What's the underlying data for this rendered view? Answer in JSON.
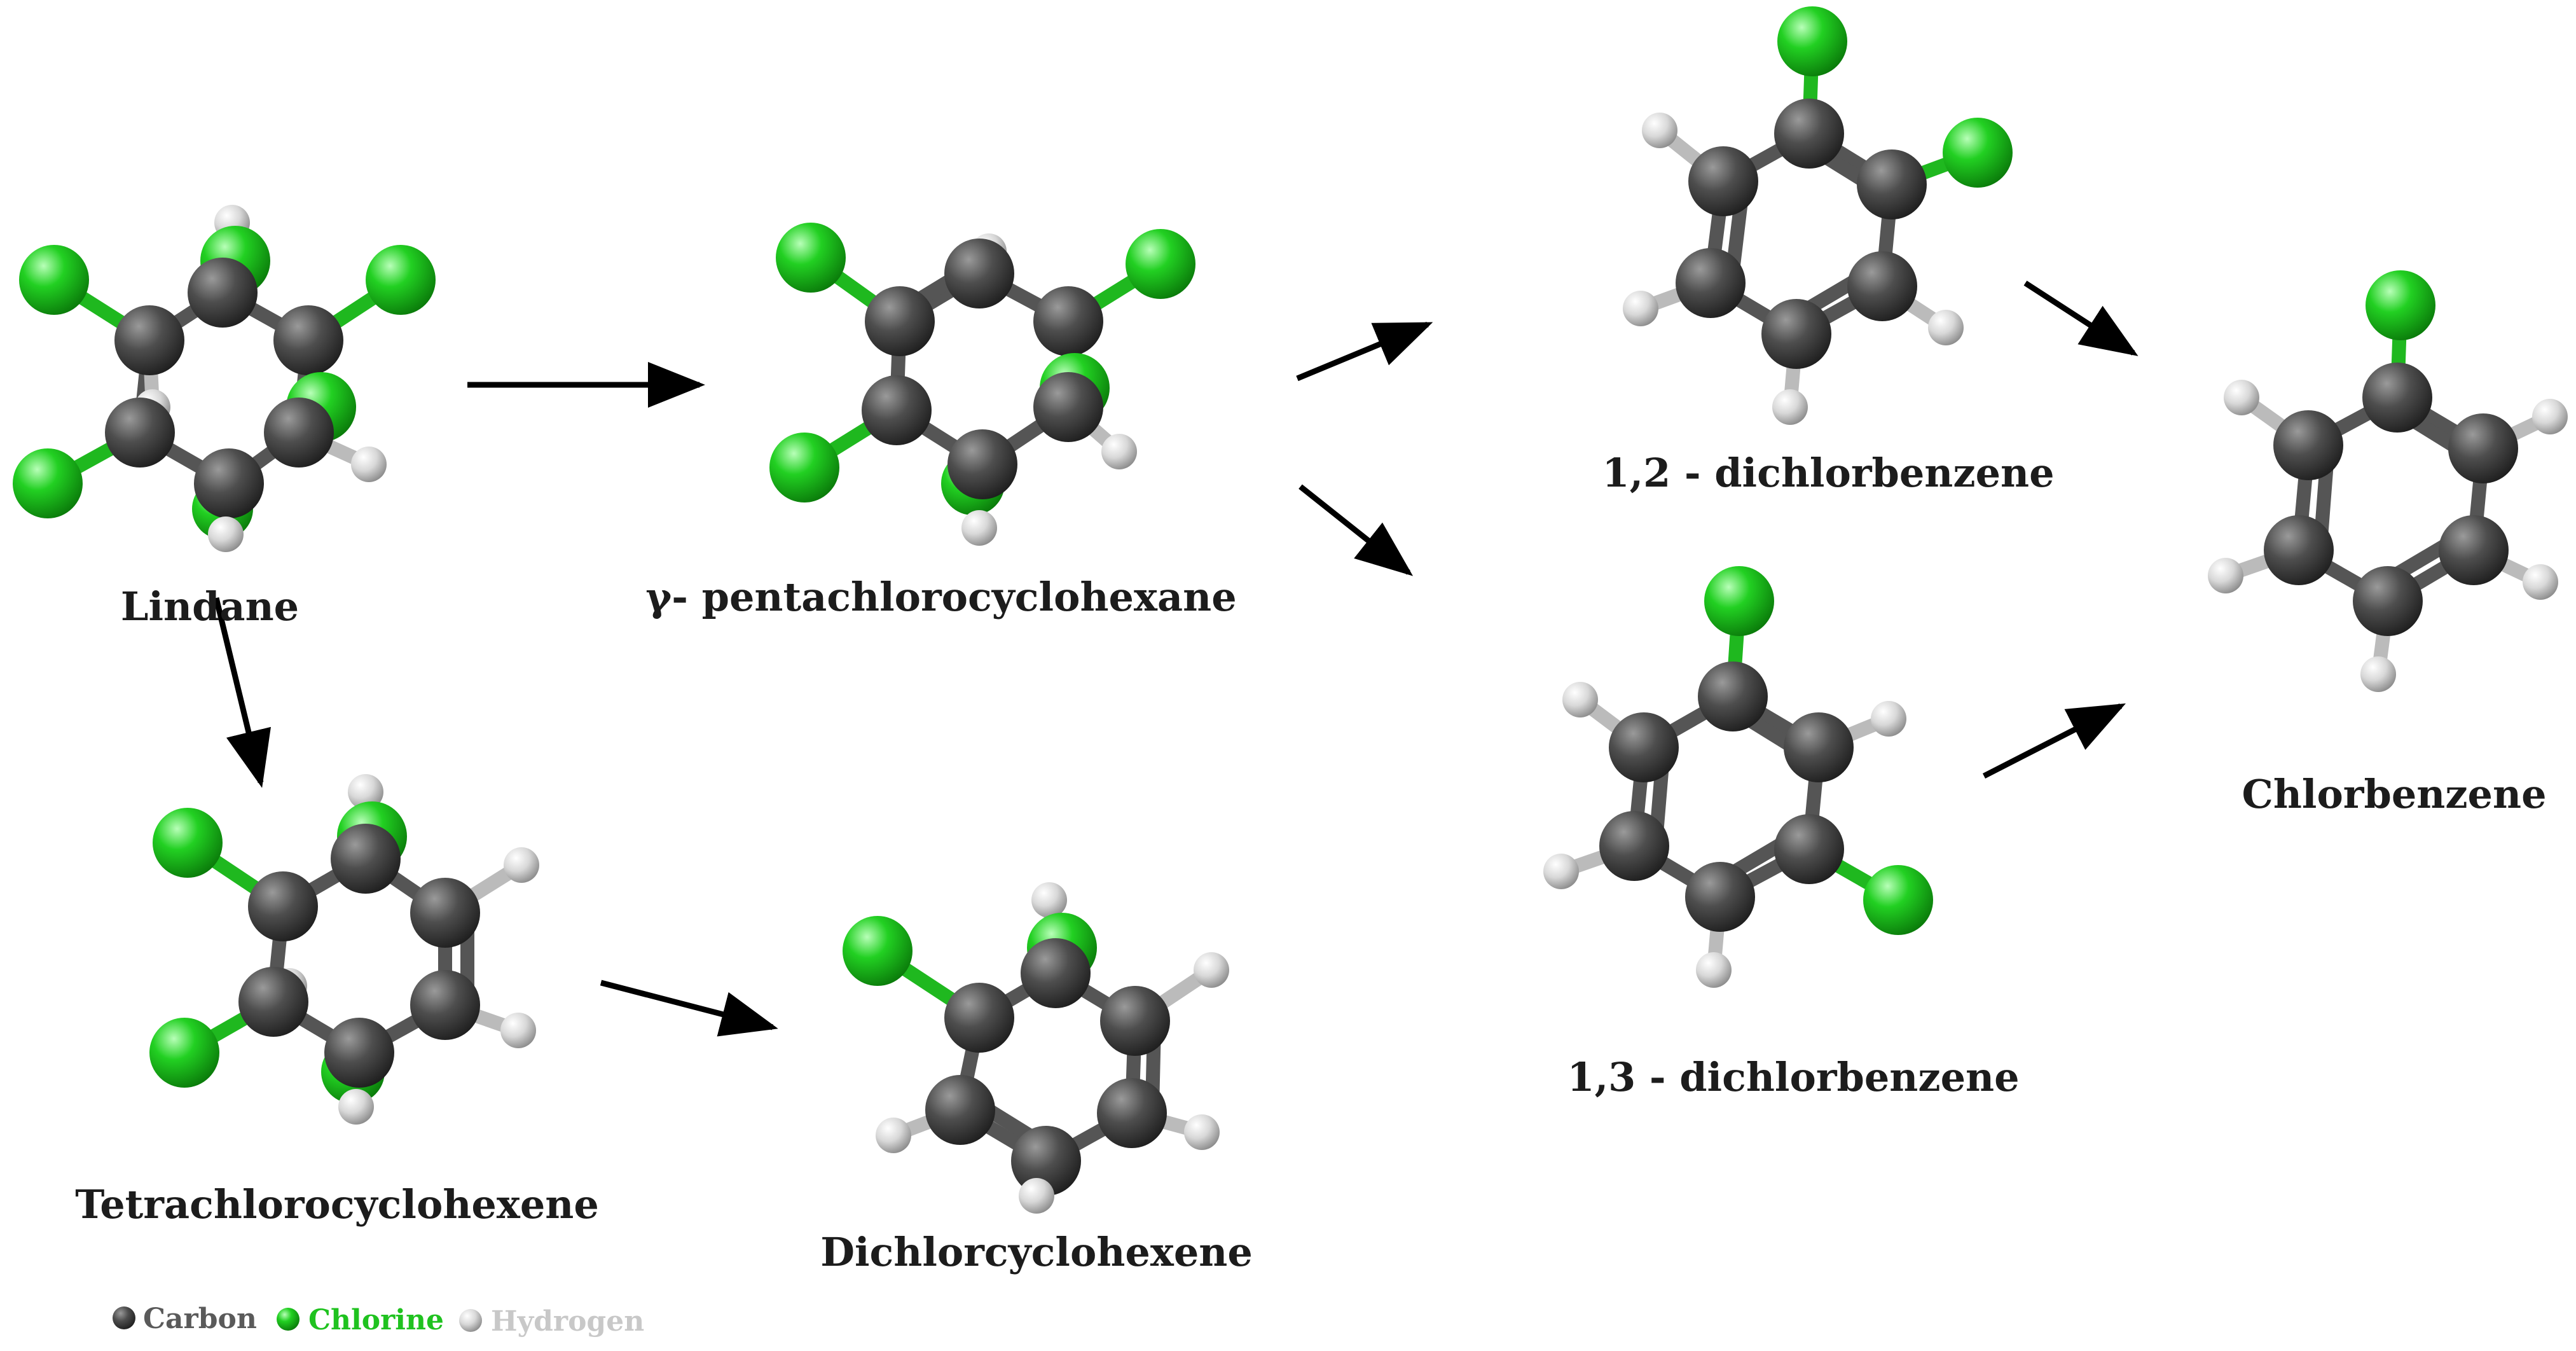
{
  "molecules": [
    {
      "id": "lindane",
      "label": "Lindane"
    },
    {
      "id": "pentachloro",
      "label": "γ- pentachlorocyclohexane"
    },
    {
      "id": "dichlorbenzene12",
      "label": "1,2 - dichlorbenzene"
    },
    {
      "id": "dichlorbenzene13",
      "label": "1,3 - dichlorbenzene"
    },
    {
      "id": "chlorbenzene",
      "label": "Chlorbenzene"
    },
    {
      "id": "tetrachloro",
      "label": "Tetrachlorocyclohexene"
    },
    {
      "id": "dichlorcyclo",
      "label": "Dichlorcyclohexene"
    }
  ],
  "legend": {
    "carbon": "Carbon",
    "chlorine": "Chlorine",
    "hydrogen": "Hydrogen"
  },
  "colors": {
    "carbon": "#4a4a4a",
    "chlorine": "#22c422",
    "hydrogen": "#d8d8d8",
    "chlorine_text": "#1fc21f",
    "hydrogen_text": "#c8c8c8",
    "arrow": "#000000"
  }
}
